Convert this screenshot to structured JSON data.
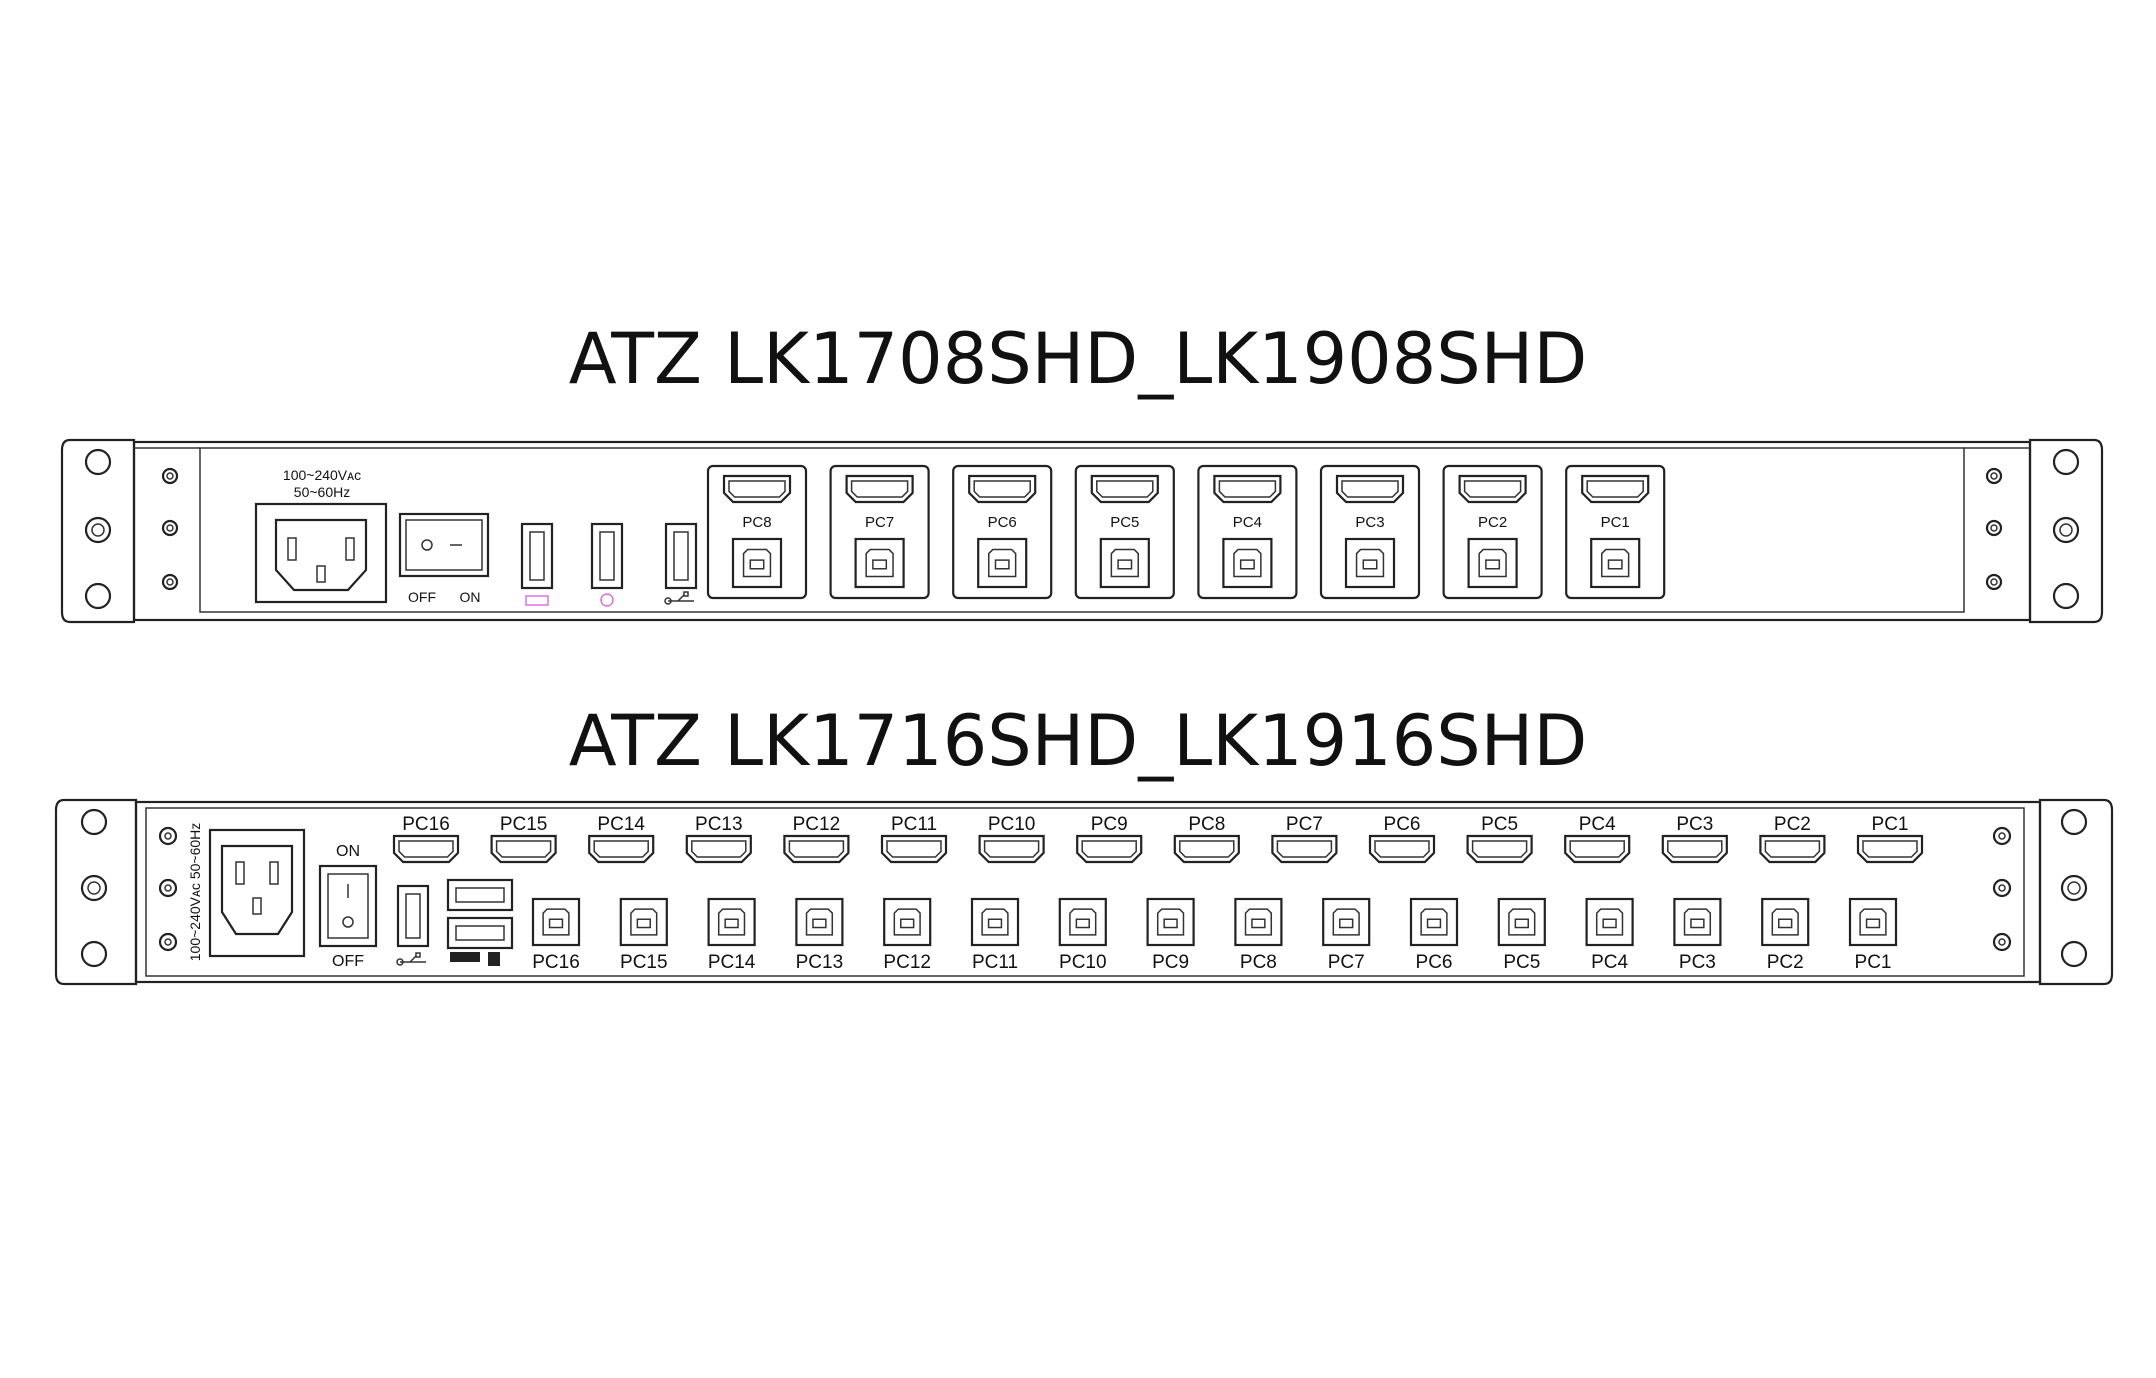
{
  "titles": {
    "unit8": "ATZ LK1708SHD_LK1908SHD",
    "unit16": "ATZ LK1716SHD_LK1916SHD"
  },
  "unit8": {
    "power_rating": [
      "100~240Vᴀᴄ",
      "50~60Hz"
    ],
    "switch_labels": {
      "off": "OFF",
      "on": "ON"
    },
    "usb_icons": [
      "keyboard-icon",
      "mouse-icon",
      "usb-icon"
    ],
    "ports": [
      "PC8",
      "PC7",
      "PC6",
      "PC5",
      "PC4",
      "PC3",
      "PC2",
      "PC1"
    ]
  },
  "unit16": {
    "power_rating": "100~240Vᴀᴄ 50~60Hz",
    "switch_labels": {
      "on": "ON",
      "off": "OFF"
    },
    "hdmi_ports": [
      "PC16",
      "PC15",
      "PC14",
      "PC13",
      "PC12",
      "PC11",
      "PC10",
      "PC9",
      "PC8",
      "PC7",
      "PC6",
      "PC5",
      "PC4",
      "PC3",
      "PC2",
      "PC1"
    ],
    "usb_ports": [
      "PC16",
      "PC15",
      "PC14",
      "PC13",
      "PC12",
      "PC11",
      "PC10",
      "PC9",
      "PC8",
      "PC7",
      "PC6",
      "PC5",
      "PC4",
      "PC3",
      "PC2",
      "PC1"
    ]
  },
  "colors": {
    "line": "#222222",
    "accent": "#e070e0"
  }
}
